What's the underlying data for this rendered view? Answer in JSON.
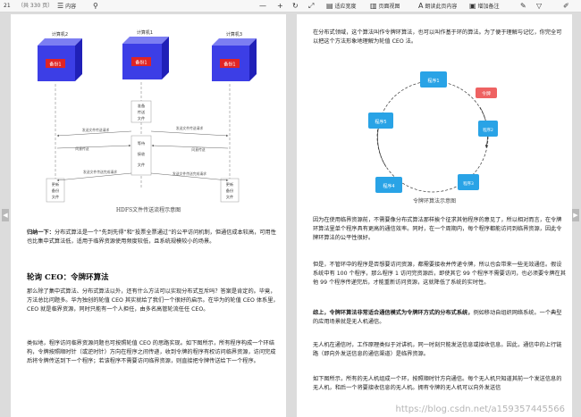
{
  "toolbar": {
    "page_number": "21",
    "page_count": "（共 330 页）",
    "contents_label": "内容",
    "fit_width_label": "适应宽度",
    "page_view_label": "页面视图",
    "read_aloud_label": "朗读此页内容",
    "add_note_label": "增加备注"
  },
  "left_page": {
    "diagram": {
      "titles": [
        "计算机2",
        "计算机1",
        "计算机3"
      ],
      "backup_label": "备份1",
      "file_labels": [
        "准备",
        "传送",
        "文件"
      ],
      "receive_labels": [
        "等待",
        "接收",
        "文件"
      ],
      "updated_labels": [
        "更新",
        "备份",
        "文件"
      ],
      "updated_labels_right": [
        "更新",
        "备份",
        "文件"
      ],
      "arrow_labels": [
        "发送文件传送请求",
        "发送文件传送请求",
        "同意传送",
        "同意传送",
        "发送文件传送完成请求",
        "发送文件传送完成请求"
      ],
      "caption": "HDFS文件传送流程示意图"
    },
    "para1_bold": "归纳一下：",
    "para1": "分布式算法是一个“先到先得”和“投票全票通过”的公平访问机制，但通信成本较高，可用性也比集中式算法低，适用于临界资源使用频度较低，且系统规模较小的场景。",
    "heading": "轮询 CEO：令牌环算法",
    "para2": "那么除了集中式算法、分布式算法以外，还有什么方法可以实现分布式互斥吗？答案是肯定的。毕竟，方法总比问题多。华为独创的轮值 CEO 其实就给了我们一个很好的启示。在华为的轮值 CEO 体系里，CEO 就是临界资源，同时只能有一个人担任，由多名高管轮流任任 CEO。",
    "para3": "类似地，程序访问临界资源问题也可按照轮值 CEO 的思路实现。如下图所示，所有程序构成一个环结构，令牌按照顺时针（或逆时针）方向在程序之间传递，收到令牌的程序有权访问临界资源，访问完成后将令牌传送到下一个程序；若该程序不需要访问临界资源，则直接把令牌传送给下一个程序。"
  },
  "right_page": {
    "para1": "在分布式领域，这个算法叫作令牌环算法，也可以叫作基于环的算法。为了便于理解与记忆，你完全可以把这个方法形象地理解为轮值 CEO 法。",
    "ring": {
      "node_labels": [
        "程序1",
        "程序2",
        "程序3",
        "程序4",
        "程序5"
      ],
      "token_label": "令牌",
      "caption": "令牌环算法示意图"
    },
    "para2": "因为在使用临界资源前，不需要像分布式算法那样挨个征求其他程序的意见了，所以相对而言，在令牌环算法里单个程序具有更高的通信效率。同时，在一个周期内，每个程序都能访问到临界资源，因此令牌环算法的公平性很好。",
    "para3": "但是，不管环中的程序是否想要访问资源，都需要接收并传递令牌，所以也会带来一些无效通信。假设系统中有 100 个程序，那么程序 1 访问完资源后，即使其它 99 个程序不需要访问，也必须要令牌在其他 99 个程序传递完后，才能重新访问资源，这就降低了系统的实时性。",
    "para4_bold": "综上，令牌环算法非常适合通信模式为令牌环方式的分布式系统，",
    "para4": "例如移动自组织网络系统。一个典型的应用场景就是无人机通信。",
    "para5": "无人机在通信时，工作原理类似于对讲机，同一时刻只能发送信息或接收信息。因此，通信中的上行链路（即向外发送信息的通信渠道）是临界资源。",
    "para6": "如下图所示，所有的无人机组成一个环，按照顺时针方向通信。每个无人机只知道其前一个发送信息的无人机，和后一个将要接收信息的无人机。拥有令牌的无人机可以向外发送信",
    "watermark": "https://blog.csdn.net/a159357445566"
  },
  "colors": {
    "cube_front": "#3c3ee6",
    "cube_top": "#7c7ef2",
    "cube_side": "#2020b8",
    "backup_red": "#e02424",
    "node_blue": "#29a3e6",
    "token_red": "#ee6262"
  }
}
